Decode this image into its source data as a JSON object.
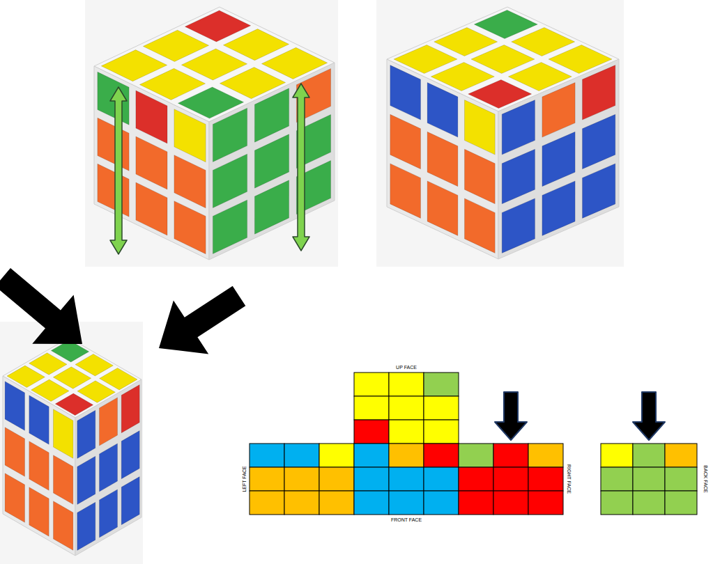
{
  "diagram": {
    "labels": [
      "UP FACE",
      "LEFT FACE",
      "FRONT FACE",
      "RIGHT FACE",
      "BACK FACE"
    ]
  }
}
